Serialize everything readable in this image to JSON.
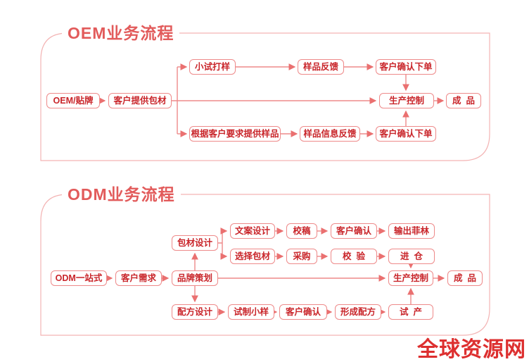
{
  "colors": {
    "panel_border": "#f3b3b3",
    "line": "#ee8a8a",
    "arrowhead": "#ea7070",
    "box_border": "#ee8a8a",
    "box_text": "#c9252a",
    "title_text": "#e25b5b",
    "watermark_text": "#dd2f2f"
  },
  "oem": {
    "title": "OEM业务流程",
    "nodes": {
      "start": "OEM/贴牌",
      "customer_packaging": "客户提供包材",
      "trial_proofing": "小试打样",
      "sample_feedback": "样品反馈",
      "confirm_order_top": "客户确认下单",
      "production_control": "生产控制",
      "finished_product": "成  品",
      "sample_by_request": "根据客户要求提供样品",
      "sample_info_feedback": "样品信息反馈",
      "confirm_order_bottom": "客户确认下单"
    }
  },
  "odm": {
    "title": "ODM业务流程",
    "nodes": {
      "start": "ODM一站式",
      "customer_needs": "客户需求",
      "brand_planning": "品牌策划",
      "packaging_design": "包材设计",
      "copy_design": "文案设计",
      "proofreading": "校稿",
      "customer_confirm_top": "客户确认",
      "film_output": "输出菲林",
      "select_packaging": "选择包材",
      "purchasing": "采购",
      "inspection": "校  验",
      "warehousing": "进  仓",
      "production_control": "生产控制",
      "finished_product": "成  品",
      "formula_design": "配方设计",
      "trial_sample": "试制小样",
      "customer_confirm_bottom": "客户确认",
      "formula_formed": "形成配方",
      "trial_production": "试  产"
    }
  },
  "watermark": "全球资源网"
}
